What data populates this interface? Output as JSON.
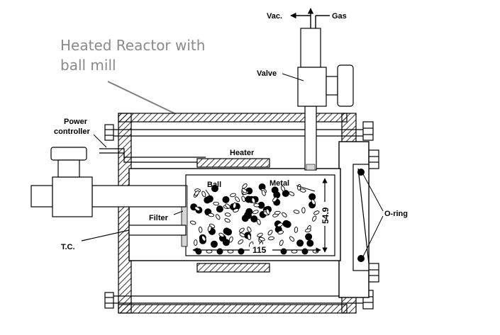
{
  "title": {
    "line1": "Heated Reactor with",
    "line2": "ball mill"
  },
  "labels": {
    "vac": "Vac.",
    "gas": "Gas",
    "valve": "Valve",
    "power_controller_1": "Power",
    "power_controller_2": "controller",
    "heater": "Heater",
    "ball": "Ball",
    "metal": "Metal",
    "filter": "Filter",
    "tc": "T.C.",
    "oring": "O-ring",
    "length": "115",
    "height": "54.9"
  },
  "colors": {
    "line": "#000000",
    "title": "#8a8a8a",
    "pointer": "#808080"
  },
  "icons": [
    "arrow-left-icon",
    "arrow-up-icon",
    "hatch-pattern"
  ]
}
